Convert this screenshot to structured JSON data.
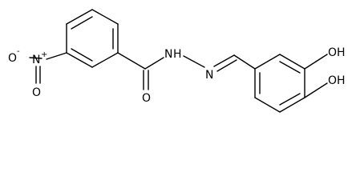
{
  "structure": {
    "labels": {
      "nitro_o_minus": "O",
      "nitro_o_minus_charge": "-",
      "nitro_n": "N",
      "nitro_n_charge": "+",
      "nitro_o_double": "O",
      "carbonyl_o": "O",
      "amide_n": "N",
      "amide_h": "H",
      "imine_n": "N",
      "hydroxyl_top": "OH",
      "hydroxyl_bottom": "OH"
    }
  }
}
